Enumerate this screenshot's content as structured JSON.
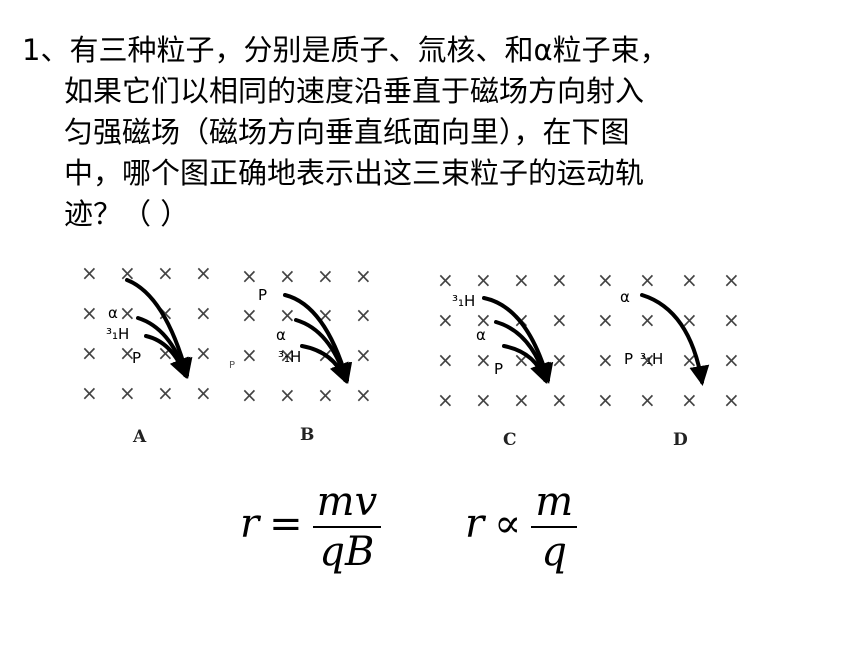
{
  "question": {
    "lines": [
      "1、有三种粒子，分别是质子、氚核、和α粒子束，",
      "如果它们以相同的速度沿垂直于磁场方向射入",
      "匀强磁场（磁场方向垂直纸面向里），在下图",
      "中，哪个图正确地表示出这三束粒子的运动轨",
      "迹？（       ）"
    ]
  },
  "figures": {
    "panels": [
      {
        "id": "A",
        "label": "A",
        "particles": [
          "α",
          "³₁H",
          "P"
        ]
      },
      {
        "id": "B",
        "label": "B",
        "particles": [
          "P",
          "α",
          "³₁H"
        ]
      },
      {
        "id": "C",
        "label": "C",
        "particles": [
          "³₁H",
          "α",
          "P"
        ]
      },
      {
        "id": "D",
        "label": "D",
        "particles": [
          "α",
          "P",
          "³₁H"
        ]
      }
    ],
    "field_symbol": "×",
    "stray_mark": "P"
  },
  "formulas": {
    "f1": {
      "lhs": "r",
      "op": "=",
      "num": "mv",
      "den": "qB"
    },
    "f2": {
      "lhs": "r",
      "op": "∝",
      "num": "m",
      "den": "q"
    }
  }
}
